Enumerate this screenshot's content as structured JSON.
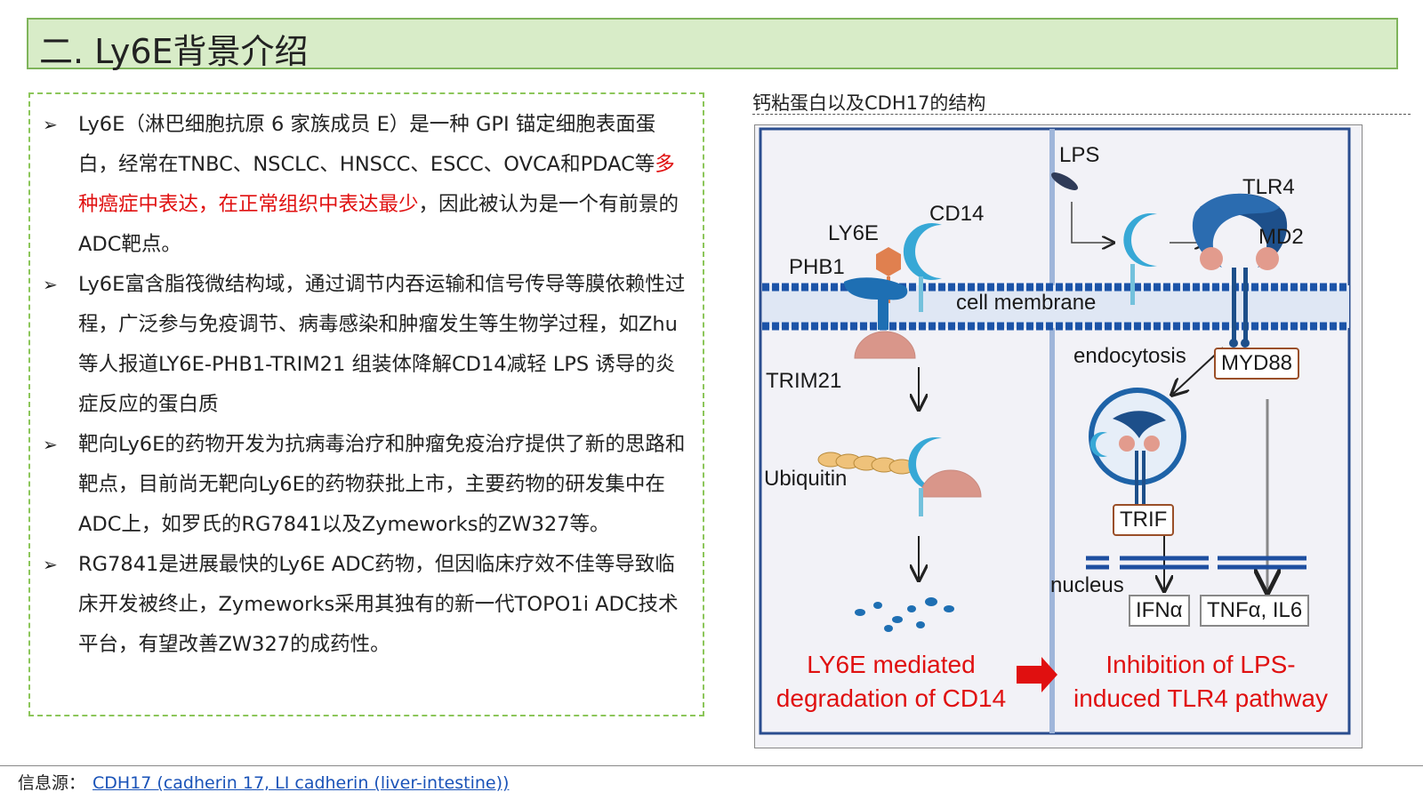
{
  "header": {
    "title": "二. Ly6E背景介绍"
  },
  "bullets": [
    {
      "parts": [
        "Ly6E（淋巴细胞抗原 6 家族成员 E）是一种 GPI 锚定细胞表面蛋白，经常在TNBC、NSCLC、HNSCC、ESCC、OVCA和PDAC等",
        "多种癌症中表达，在正常组织中表达最少",
        "，因此被认为是一个有前景的ADC靶点。"
      ]
    },
    {
      "text": "Ly6E富含脂筏微结构域，通过调节内吞运输和信号传导等膜依赖性过程，广泛参与免疫调节、病毒感染和肿瘤发生等生物学过程，如Zhu等人报道LY6E-PHB1-TRIM21 组装体降解CD14减轻 LPS 诱导的炎症反应的蛋白质"
    },
    {
      "text": "靶向Ly6E的药物开发为抗病毒治疗和肿瘤免疫治疗提供了新的思路和靶点，目前尚无靶向Ly6E的药物获批上市，主要药物的研发集中在ADC上，如罗氏的RG7841以及Zymeworks的ZW327等。"
    },
    {
      "text": "RG7841是进展最快的Ly6E ADC药物，但因临床疗效不佳等导致临床开发被终止，Zymeworks采用其独有的新一代TOPO1i ADC技术平台，有望改善ZW327的成药性。"
    }
  ],
  "figure": {
    "caption": "钙粘蛋白以及CDH17的结构",
    "labels": {
      "lps": "LPS",
      "tlr4": "TLR4",
      "md2": "MD2",
      "cd14": "CD14",
      "ly6e": "LY6E",
      "phb1": "PHB1",
      "cell_membrane": "cell membrane",
      "endocytosis": "endocytosis",
      "myd88": "MYD88",
      "trim21": "TRIM21",
      "ubiquitin": "Ubiquitin",
      "trif": "TRIF",
      "nucleus": "nucleus",
      "ifna": "IFNα",
      "tnfa": "TNFα, IL6"
    },
    "left_caption": [
      "LY6E mediated",
      "degradation of CD14"
    ],
    "right_caption": [
      "Inhibition of LPS-",
      "induced TLR4 pathway"
    ]
  },
  "footer": {
    "source_label": "信息源：",
    "source_link": "CDH17 (cadherin 17, LI cadherin (liver-intestine))"
  },
  "colors": {
    "title_bg": "#d8ecc8",
    "accent_green": "#7fb45b",
    "highlight_red": "#e01010",
    "link_blue": "#1a53b8"
  }
}
